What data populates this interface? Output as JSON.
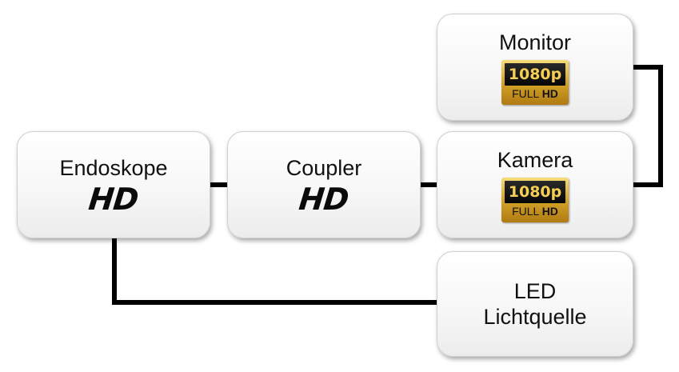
{
  "nodes": {
    "endoskope": {
      "label": "Endoskope",
      "badge": "HD"
    },
    "coupler": {
      "label": "Coupler",
      "badge": "HD"
    },
    "kamera": {
      "label": "Kamera",
      "badge_resolution": "1080p",
      "badge_full": "FULL",
      "badge_hd": "HD"
    },
    "monitor": {
      "label": "Monitor",
      "badge_resolution": "1080p",
      "badge_full": "FULL",
      "badge_hd": "HD"
    },
    "led": {
      "line1": "LED",
      "line2": "Lichtquelle"
    }
  },
  "connections": [
    {
      "from": "Endoskope",
      "to": "Coupler"
    },
    {
      "from": "Coupler",
      "to": "Kamera"
    },
    {
      "from": "Kamera",
      "to": "Monitor"
    },
    {
      "from": "Endoskope",
      "to": "LED Lichtquelle"
    }
  ],
  "colors": {
    "line": "#000000",
    "box_border": "#cfcfcf",
    "badge_gold": "#d8a92b",
    "badge_dark": "#0a0a0a",
    "badge_text": "#f5cf55"
  }
}
